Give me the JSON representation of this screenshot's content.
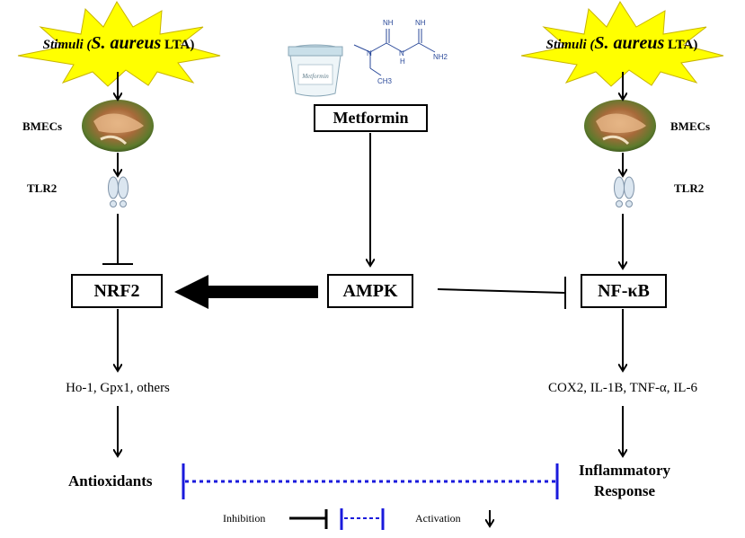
{
  "stimuli_left": {
    "prefix": "Stimuli (",
    "organism": "S. aureus",
    "suffix": " LTA)"
  },
  "stimuli_right": {
    "prefix": "Stimuli (",
    "organism": "S. aureus",
    "suffix": " LTA)"
  },
  "cells": {
    "left_label": "BMECs",
    "right_label": "BMECs"
  },
  "receptors": {
    "left_label": "TLR2",
    "right_label": "TLR2"
  },
  "drug": {
    "name": "Metformin",
    "jar_label": "Metformin",
    "formula_labels": [
      "NH",
      "NH",
      "N",
      "N",
      "H",
      "NH2",
      "CH3"
    ]
  },
  "nodes": {
    "nrf2": "NRF2",
    "ampk": "AMPK",
    "nfkb": "NF-κB"
  },
  "targets": {
    "left": "Ho-1, Gpx1, others",
    "right": "COX2, IL-1B, TNF-α, IL-6"
  },
  "outcomes": {
    "left": "Antioxidants",
    "right_line1": "Inflammatory",
    "right_line2": "Response"
  },
  "legend": {
    "inhibition": "Inhibition",
    "activation": "Activation"
  },
  "colors": {
    "star_fill": "#ffff00",
    "star_stroke": "#c8b400",
    "blue": "#1a1adc",
    "formula": "#2b4a9a"
  }
}
